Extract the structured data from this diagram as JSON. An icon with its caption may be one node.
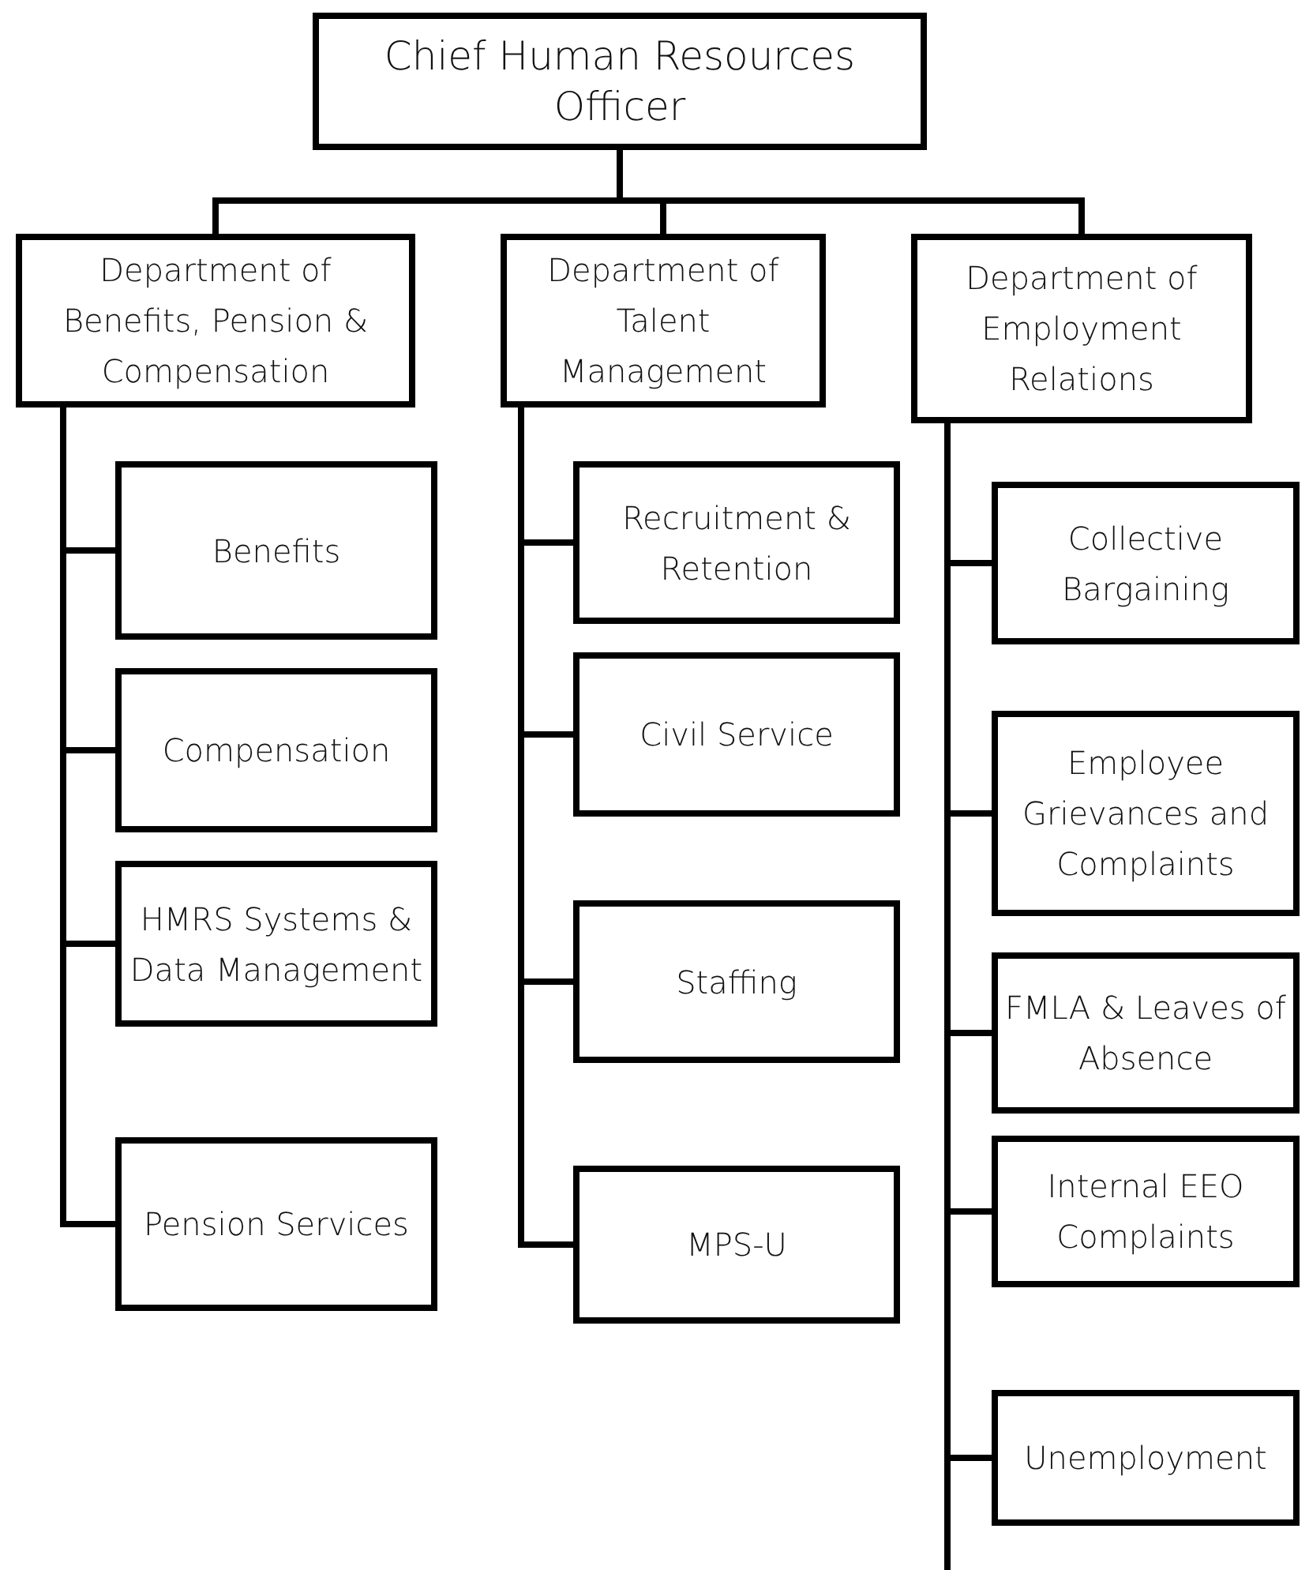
{
  "diagram": {
    "nodes": [
      {
        "text": [
          "Chief Human Resources Officer"
        ]
      },
      {
        "text": [
          "Department of Benefits, Pension & Compensation"
        ]
      },
      {
        "text": [
          "Department of Talent Management"
        ]
      },
      {
        "text": [
          "Department of Employment Relations"
        ]
      },
      {
        "text": [
          "Benefits"
        ]
      },
      {
        "text": [
          "Compensation"
        ]
      },
      {
        "text": [
          "HMRS Systems & Data Management"
        ]
      },
      {
        "text": [
          "Pension Services"
        ]
      },
      {
        "text": [
          "Recruitment & Retention"
        ]
      },
      {
        "text": [
          "Civil Service"
        ]
      },
      {
        "text": [
          "Staffing"
        ]
      },
      {
        "text": [
          "MPS-U"
        ]
      },
      {
        "text": [
          "Collective Bargaining"
        ]
      },
      {
        "text": [
          "Employee Grievances and Complaints"
        ]
      },
      {
        "text": [
          "FMLA & Leaves of Absence"
        ]
      },
      {
        "text": [
          "Internal EEO Complaints"
        ]
      },
      {
        "text": [
          "Unemployment"
        ]
      }
    ],
    "edges": [
      {
        "from": 0,
        "to": 1,
        "arrow": "none"
      },
      {
        "from": 0,
        "to": 2,
        "arrow": "none"
      },
      {
        "from": 0,
        "to": 3,
        "arrow": "none"
      },
      {
        "from": 1,
        "to": 4,
        "arrow": "none"
      },
      {
        "from": 1,
        "to": 5,
        "arrow": "none"
      },
      {
        "from": 1,
        "to": 6,
        "arrow": "none"
      },
      {
        "from": 1,
        "to": 7,
        "arrow": "none"
      },
      {
        "from": 2,
        "to": 8,
        "arrow": "none"
      },
      {
        "from": 2,
        "to": 9,
        "arrow": "none"
      },
      {
        "from": 2,
        "to": 10,
        "arrow": "none"
      },
      {
        "from": 2,
        "to": 11,
        "arrow": "none"
      },
      {
        "from": 3,
        "to": 12,
        "arrow": "none"
      },
      {
        "from": 3,
        "to": 13,
        "arrow": "none"
      },
      {
        "from": 3,
        "to": 14,
        "arrow": "none"
      },
      {
        "from": 3,
        "to": 15,
        "arrow": "none"
      },
      {
        "from": 3,
        "to": 16,
        "arrow": "none"
      }
    ]
  }
}
